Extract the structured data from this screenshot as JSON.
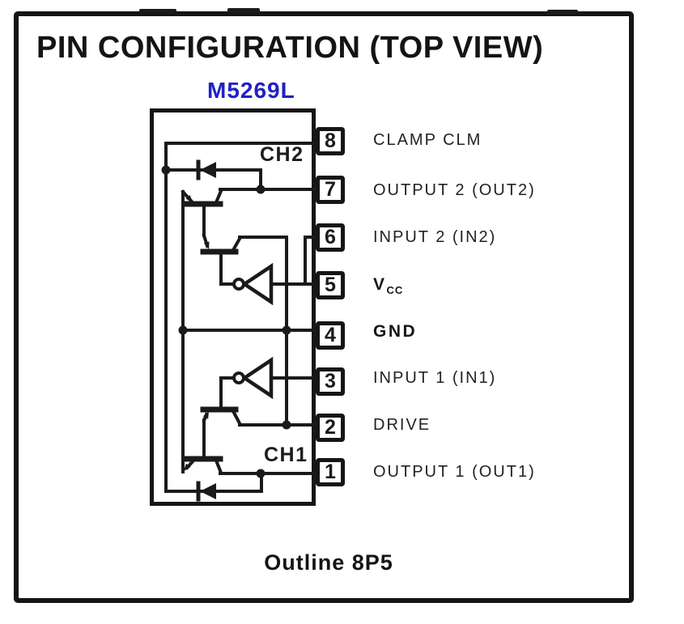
{
  "header": {
    "title": "PIN CONFIGURATION (TOP VIEW)",
    "part_number": "M5269L"
  },
  "footer": {
    "outline_label": "Outline 8P5"
  },
  "colors": {
    "part_number_blue": "#2121c4",
    "ink": "#1a1a1a"
  },
  "chip": {
    "channel_top_label": "CH2",
    "channel_bottom_label": "CH1",
    "pins": [
      {
        "number": "8",
        "label": "CLAMP CLM"
      },
      {
        "number": "7",
        "label": "OUTPUT 2 (OUT2)"
      },
      {
        "number": "6",
        "label": "INPUT 2 (IN2)"
      },
      {
        "number": "5",
        "label_main": "V",
        "label_sub": "CC"
      },
      {
        "number": "4",
        "label": "GND"
      },
      {
        "number": "3",
        "label": "INPUT 1 (IN1)"
      },
      {
        "number": "2",
        "label": "DRIVE"
      },
      {
        "number": "1",
        "label": "OUTPUT 1 (OUT1)"
      }
    ]
  }
}
